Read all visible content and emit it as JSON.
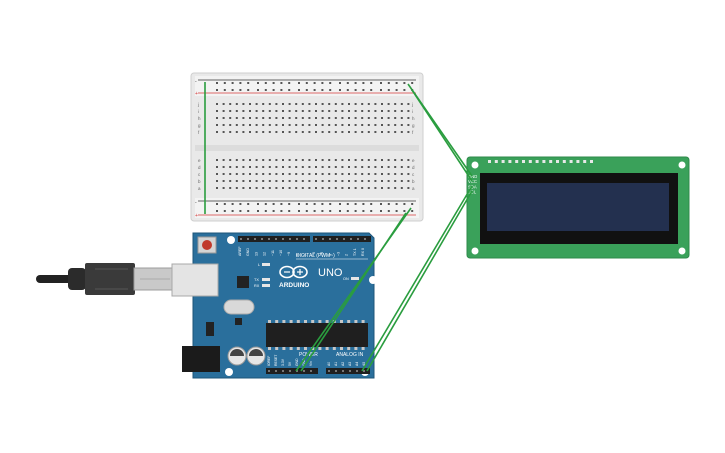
{
  "board": {
    "brand": "ARDUINO",
    "model": "UNO",
    "digital_header": "DIGITAL (PWM~)",
    "power_header": "POWER",
    "analog_header": "ANALOG IN",
    "led_on": "ON",
    "led_tx": "TX",
    "led_rx": "RX",
    "led_l": "L",
    "top_pin_labels": [
      "AREF",
      "GND",
      "13",
      "12",
      "~11",
      "~10",
      "~9",
      "8",
      "7",
      "~6",
      "~5",
      "4",
      "~3",
      "2",
      "TX 1",
      "RX 0"
    ],
    "power_pin_labels": [
      "IOREF",
      "RESET",
      "3.3V",
      "5V",
      "GND",
      "GND",
      "Vin"
    ],
    "analog_pin_labels": [
      "A0",
      "A1",
      "A2",
      "A3",
      "A4",
      "A5"
    ]
  },
  "lcd": {
    "pin_labels": [
      "GND",
      "VCC",
      "SDA",
      "SCL"
    ]
  },
  "breadboard": {
    "row_letters_top": [
      "j",
      "i",
      "h",
      "g",
      "f"
    ],
    "row_letters_bottom": [
      "e",
      "d",
      "c",
      "b",
      "a"
    ],
    "rail_plus": "+",
    "rail_minus": "-"
  },
  "colors": {
    "board_blue": "#2a6f9c",
    "wire_green": "#2a9d3f",
    "rail_red": "#d63a3a",
    "lcd_pcb": "#3aa15a",
    "lcd_screen": "#23304f"
  }
}
